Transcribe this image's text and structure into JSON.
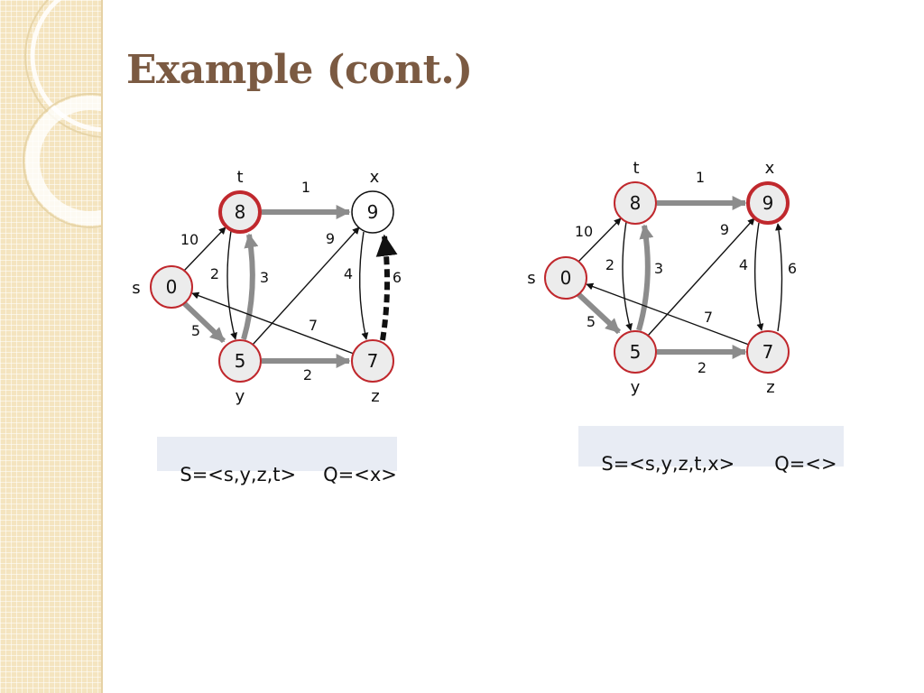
{
  "slide": {
    "title": "Example (cont.)"
  },
  "colors": {
    "title": "#7b5a42",
    "sidebar": "#f4e4bf",
    "node_fill": "#ececec",
    "node_border_red": "#c0282d",
    "tree_edge": "#8c8c8c",
    "relax_edge": "#222222",
    "state_box": "#e8ecf4"
  },
  "graphs": [
    {
      "id": "left",
      "nodes": {
        "t": {
          "label": "t",
          "value": "8"
        },
        "x": {
          "label": "x",
          "value": "9"
        },
        "s": {
          "label": "s",
          "value": "0"
        },
        "y": {
          "label": "y",
          "value": "5"
        },
        "z": {
          "label": "z",
          "value": "7"
        }
      },
      "edges": {
        "s_t": "10",
        "s_y": "5",
        "t_x": "1",
        "t_y": "2",
        "y_t": "3",
        "y_x": "9",
        "y_z": "2",
        "x_z": "4",
        "z_x": "6",
        "z_s": "7"
      },
      "state": {
        "S": "S=<s,y,z,t>",
        "Q": "Q=<x>"
      }
    },
    {
      "id": "right",
      "nodes": {
        "t": {
          "label": "t",
          "value": "8"
        },
        "x": {
          "label": "x",
          "value": "9"
        },
        "s": {
          "label": "s",
          "value": "0"
        },
        "y": {
          "label": "y",
          "value": "5"
        },
        "z": {
          "label": "z",
          "value": "7"
        }
      },
      "edges": {
        "s_t": "10",
        "s_y": "5",
        "t_x": "1",
        "t_y": "2",
        "y_t": "3",
        "y_x": "9",
        "y_z": "2",
        "x_z": "4",
        "z_x": "6",
        "z_s": "7"
      },
      "state": {
        "S": "S=<s,y,z,t,x>",
        "Q": "Q=<>"
      }
    }
  ]
}
